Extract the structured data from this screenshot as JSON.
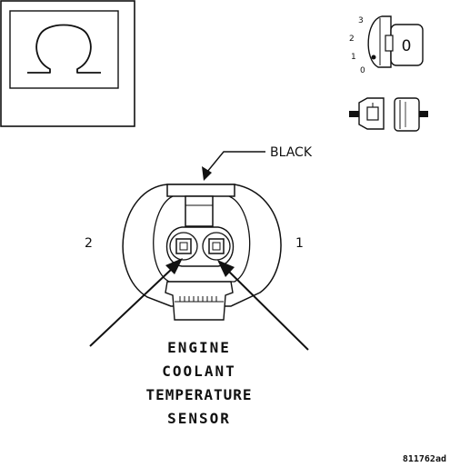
{
  "meter_symbol": "Ω",
  "ignition": {
    "positions": [
      "3",
      "2",
      "1",
      "0"
    ],
    "key_label": "0"
  },
  "connector": {
    "wire_color": "BLACK",
    "pin_left": "2",
    "pin_right": "1"
  },
  "title_lines": [
    "ENGINE",
    "COOLANT",
    "TEMPERATURE",
    "SENSOR"
  ],
  "figure_id": "811762ad"
}
